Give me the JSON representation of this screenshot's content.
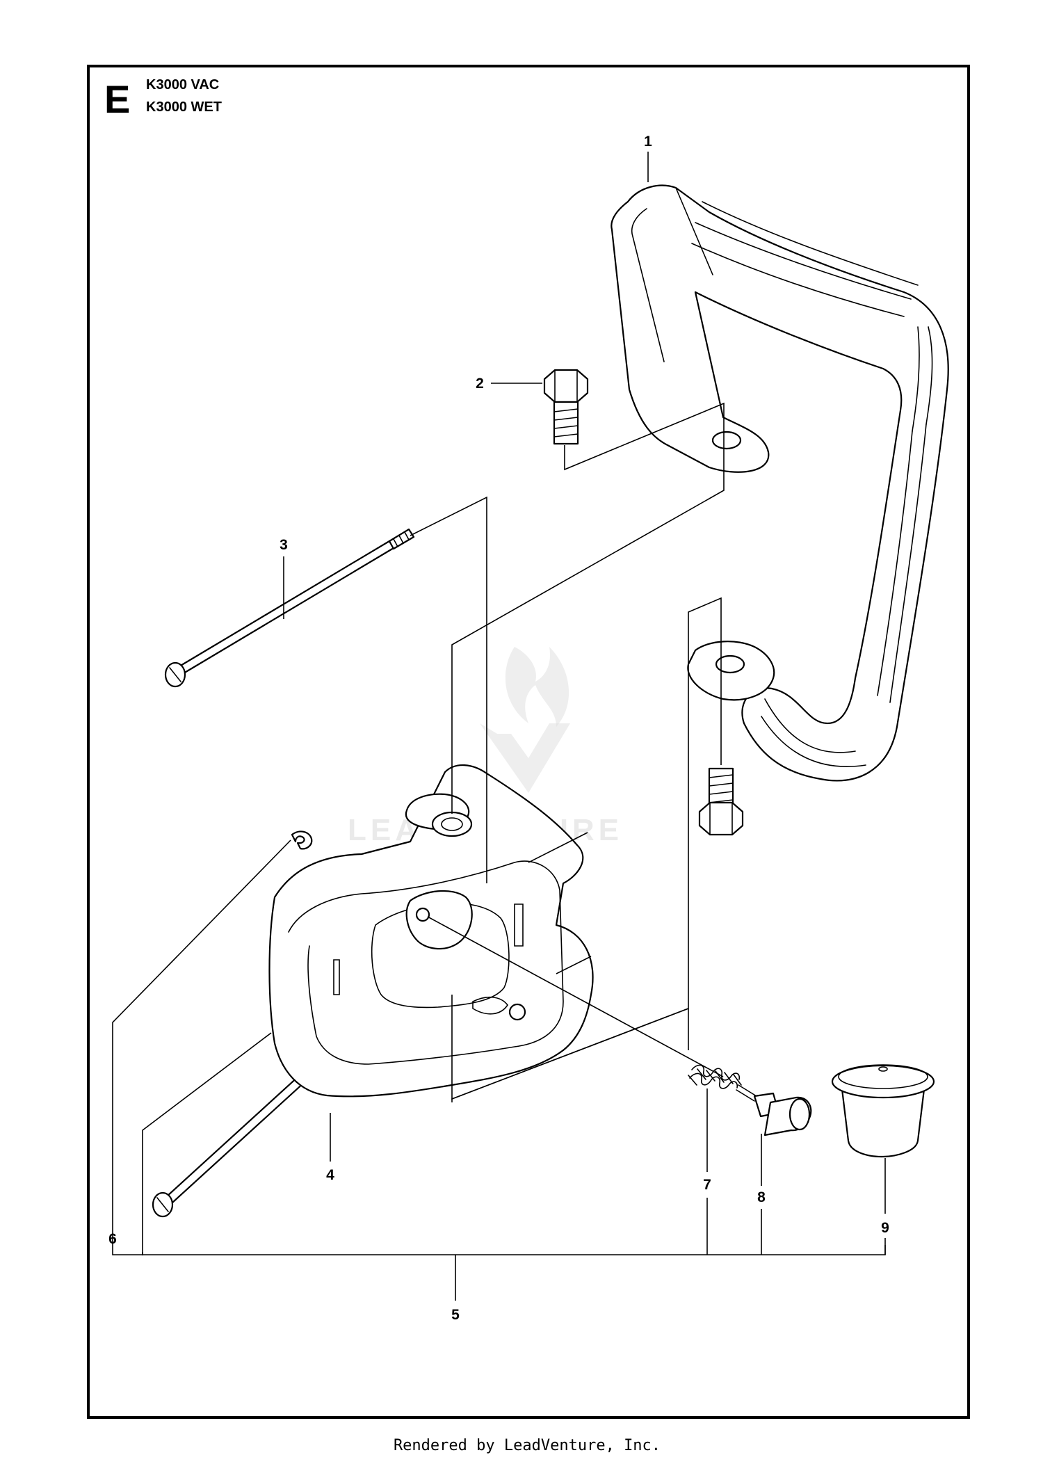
{
  "section": {
    "letter": "E",
    "models": [
      "K3000 VAC",
      "K3000 WET"
    ]
  },
  "callouts": {
    "p1": "1",
    "p2": "2",
    "p3": "3",
    "p4": "4",
    "p5": "5",
    "p6": "6",
    "p7": "7",
    "p8": "8",
    "p9": "9"
  },
  "watermark": "LEADVENTURE",
  "footer": "Rendered by LeadVenture, Inc."
}
